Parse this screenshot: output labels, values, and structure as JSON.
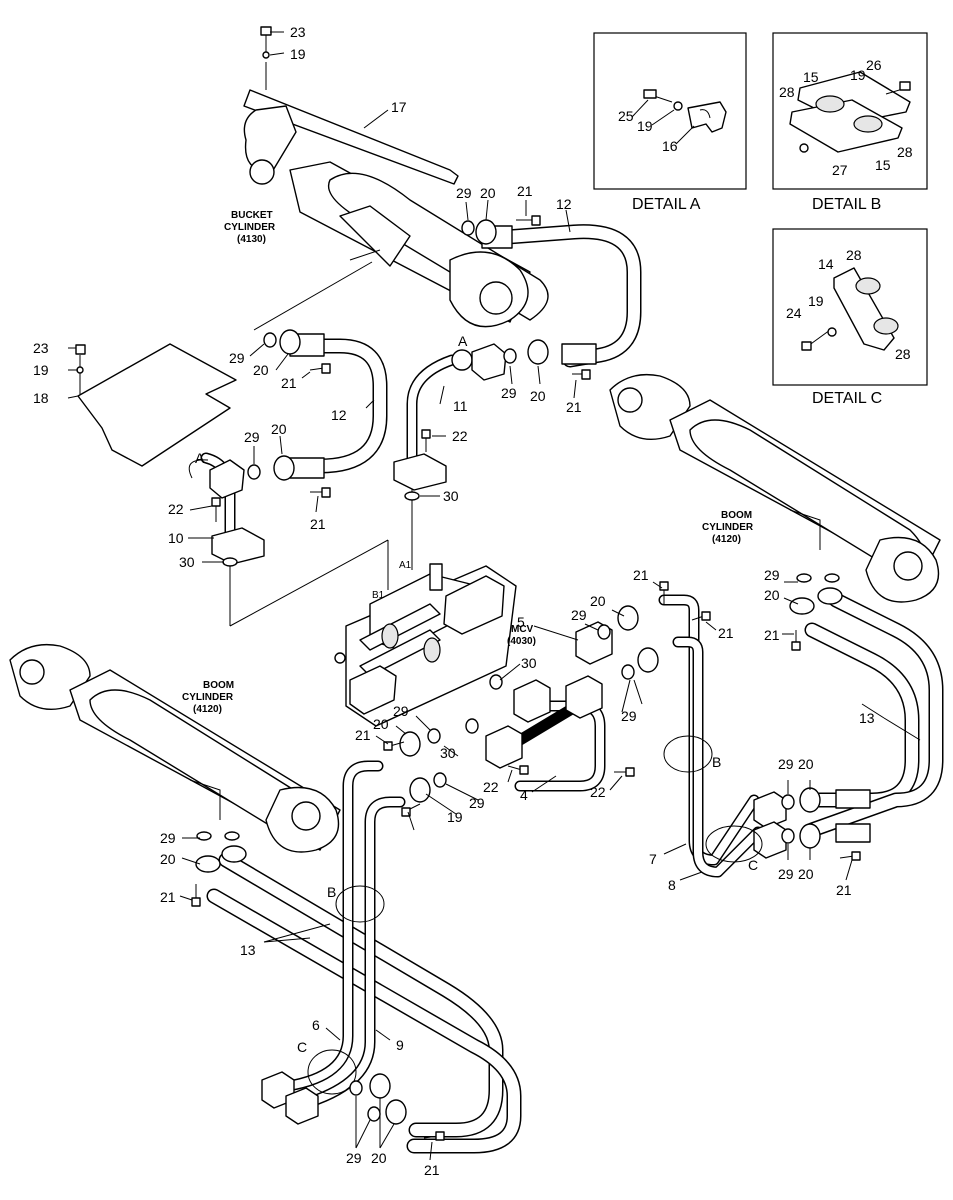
{
  "components": {
    "bucket_cylinder": [
      "BUCKET",
      "CYLINDER",
      "(4130)"
    ],
    "boom_cylinder_right": [
      "BOOM",
      "CYLINDER",
      "(4120)"
    ],
    "boom_cylinder_left": [
      "BOOM",
      "CYLINDER",
      "(4120)"
    ],
    "mcv": [
      "MCV",
      "(4030)"
    ],
    "port_a1": "A1",
    "port_b1": "B1"
  },
  "details": {
    "a": {
      "title": "DETAIL A",
      "labels": [
        "25",
        "19",
        "16"
      ]
    },
    "b": {
      "title": "DETAIL B",
      "labels": [
        "15",
        "19",
        "26",
        "28",
        "28",
        "27",
        "15"
      ]
    },
    "c": {
      "title": "DETAIL C",
      "labels": [
        "28",
        "14",
        "19",
        "24",
        "28"
      ]
    }
  },
  "callouts": {
    "a_top": "A",
    "a_left": "A",
    "b_mid": "B",
    "b_right": "B",
    "c_right": "C",
    "c_bottom": "C"
  },
  "part_numbers": [
    "23",
    "19",
    "17",
    "29",
    "20",
    "21",
    "12",
    "23",
    "19",
    "18",
    "29",
    "20",
    "21",
    "12",
    "11",
    "22",
    "29",
    "20",
    "21",
    "29",
    "20",
    "21",
    "22",
    "10",
    "30",
    "30",
    "21",
    "29",
    "20",
    "21",
    "5",
    "29",
    "20",
    "21",
    "13",
    "30",
    "29",
    "20",
    "29",
    "21",
    "30",
    "19",
    "22",
    "29",
    "4",
    "22",
    "29",
    "20",
    "29",
    "20",
    "21",
    "13",
    "29",
    "20",
    "7",
    "8",
    "29",
    "20",
    "21",
    "6",
    "9",
    "29",
    "20",
    "21"
  ]
}
